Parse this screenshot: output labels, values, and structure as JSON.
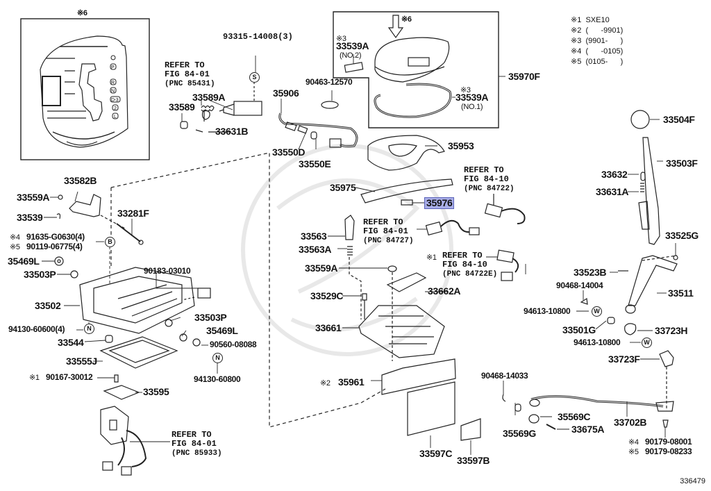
{
  "figure": {
    "figure_number": "336479",
    "highlighted_part": "35976"
  },
  "legend": [
    {
      "mark": "※1",
      "text": "SXE10"
    },
    {
      "mark": "※2",
      "text": "(      -9901)"
    },
    {
      "mark": "※3",
      "text": "(9901-      )"
    },
    {
      "mark": "※4",
      "text": "(      -0105)"
    },
    {
      "mark": "※5",
      "text": "(0105-      )"
    }
  ],
  "inset": {
    "mark": "※6",
    "gear_positions": [
      "P",
      "R",
      "N",
      "D-3",
      "2",
      "L"
    ]
  },
  "callouts": {
    "p35970f_mark_arrow": "※6",
    "p33539a_no2_mark": "※3",
    "p33539a_no2": "33539A",
    "p33539a_no2_sub": "(NO.2)",
    "p33539a_no1_mark": "※3",
    "p33539a_no1": "33539A",
    "p33539a_no1_sub": "(NO.1)",
    "p35970f": "35970F",
    "p93315": "93315-14008(3)",
    "ref85431_l1": "REFER TO",
    "ref85431_l2": "FIG 84-01",
    "ref85431_l3": "(PNC 85431)",
    "p33589a": "33589A",
    "p33589": "33589",
    "p33631b": "33631B",
    "p35906": "35906",
    "p90463": "90463-12570",
    "p33550d": "33550D",
    "p33550e": "33550E",
    "p35953": "35953",
    "p35975": "35975",
    "p35976": "35976",
    "ref84722_l1": "REFER TO",
    "ref84722_l2": "FIG 84-10",
    "ref84722_l3": "(PNC 84722)",
    "ref84727_l1": "REFER TO",
    "ref84727_l2": "FIG 84-01",
    "ref84727_l3": "(PNC 84727)",
    "ref84722e_mark": "※1",
    "ref84722e_l1": "REFER TO",
    "ref84722e_l2": "FIG 84-10",
    "ref84722e_l3": "(PNC 84722E)",
    "p33563": "33563",
    "p33563a": "33563A",
    "p33559a_mid": "33559A",
    "p33529c": "33529C",
    "p33662a": "33662A",
    "p33661": "33661",
    "p35961_mark": "※2",
    "p35961": "35961",
    "p33597c": "33597C",
    "p33597b": "33597B",
    "p33582b": "33582B",
    "p33559a_left": "33559A",
    "p33539": "33539",
    "p33281f": "33281F",
    "p91635_mark": "※4",
    "p91635": "91635-G0630(4)",
    "p90119_mark": "※5",
    "p90119": "90119-06775(4)",
    "p35469l_top": "35469L",
    "p33503p_top": "33503P",
    "p90183": "90183-03010",
    "p33502": "33502",
    "p33503p_bot": "33503P",
    "p94130_600": "94130-60600(4)",
    "p35469l_bot": "35469L",
    "p33544": "33544",
    "p90560": "90560-08088",
    "p33555j": "33555J",
    "p94130_800": "94130-60800",
    "p90167_mark": "※1",
    "p90167": "90167-30012",
    "p33595": "33595",
    "ref85933_l1": "REFER TO",
    "ref85933_l2": "FIG 84-01",
    "ref85933_l3": "(PNC 85933)",
    "p33504f": "33504F",
    "p33503f": "33503F",
    "p33632": "33632",
    "p33631a": "33631A",
    "p33525g": "33525G",
    "p33523b": "33523B",
    "p90468_14004": "90468-14004",
    "p33511": "33511",
    "p94613_a": "94613-10800",
    "p33501g": "33501G",
    "p33723h": "33723H",
    "p94613_b": "94613-10800",
    "p33723f": "33723F",
    "p90468_14033": "90468-14033",
    "p35569c": "35569C",
    "p33675a": "33675A",
    "p35569g": "35569G",
    "p33702b": "33702B",
    "p90179a_mark": "※4",
    "p90179a": "90179-08001",
    "p90179b_mark": "※5",
    "p90179b": "90179-08233"
  },
  "symbols": {
    "s": "S",
    "b": "B",
    "n1": "N",
    "n2": "N",
    "w1": "W",
    "w2": "W"
  }
}
